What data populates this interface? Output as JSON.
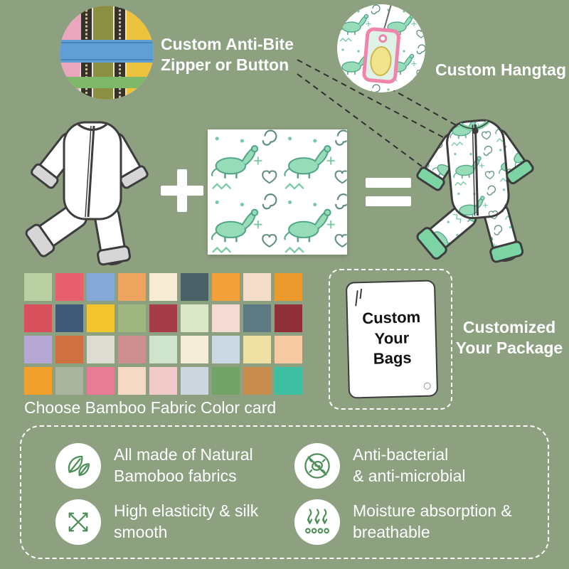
{
  "colors": {
    "background": "#8da180",
    "icon_green": "#4e8f57",
    "pattern_green": "#96dcb8",
    "hangtag_pink": "#ef85ab",
    "cuff_green": "#7cd4a4",
    "cuff_gray": "#d6d6d6"
  },
  "callouts": {
    "zipper": {
      "label": "Custom Anti-Bite\nZipper or Button"
    },
    "hangtag": {
      "label": "Custom Hangtag"
    }
  },
  "equation": {
    "plus": "+",
    "equals": "="
  },
  "color_card": {
    "caption": "Choose Bamboo Fabric Color card",
    "columns": 9,
    "swatches": [
      "#b9d0a2",
      "#e85f6e",
      "#84a9d6",
      "#eca45f",
      "#f6ecd6",
      "#4a6168",
      "#f2a13a",
      "#f3dcca",
      "#eb9a2e",
      "#d8505c",
      "#3e5a78",
      "#f2c52e",
      "#9fb77f",
      "#a63c48",
      "#dbe7c9",
      "#f4dad2",
      "#5d7a82",
      "#8e2f3a",
      "#b6a8d4",
      "#cf7040",
      "#dddcd2",
      "#cd8f92",
      "#cfe4cc",
      "#f4ebd8",
      "#ccd8e4",
      "#eedfa2",
      "#f5c9a2",
      "#f2a12d",
      "#a9b49c",
      "#e87b95",
      "#f4dac4",
      "#f0cbca",
      "#ccd6de",
      "#74a369",
      "#c78b4e",
      "#3fbfa2"
    ]
  },
  "package": {
    "bag_text": "Custom\nYour\nBags",
    "label": "Customized\nYour Package"
  },
  "features": [
    {
      "icon": "leaf-icon",
      "text": "All made of Natural\nBamoboo fabrics"
    },
    {
      "icon": "anti-bacterial-icon",
      "text": "Anti-bacterial\n& anti-microbial"
    },
    {
      "icon": "elasticity-icon",
      "text": "High elasticity & silk\nsmooth"
    },
    {
      "icon": "moisture-icon",
      "text": "Moisture absorption &\nbreathable"
    }
  ]
}
